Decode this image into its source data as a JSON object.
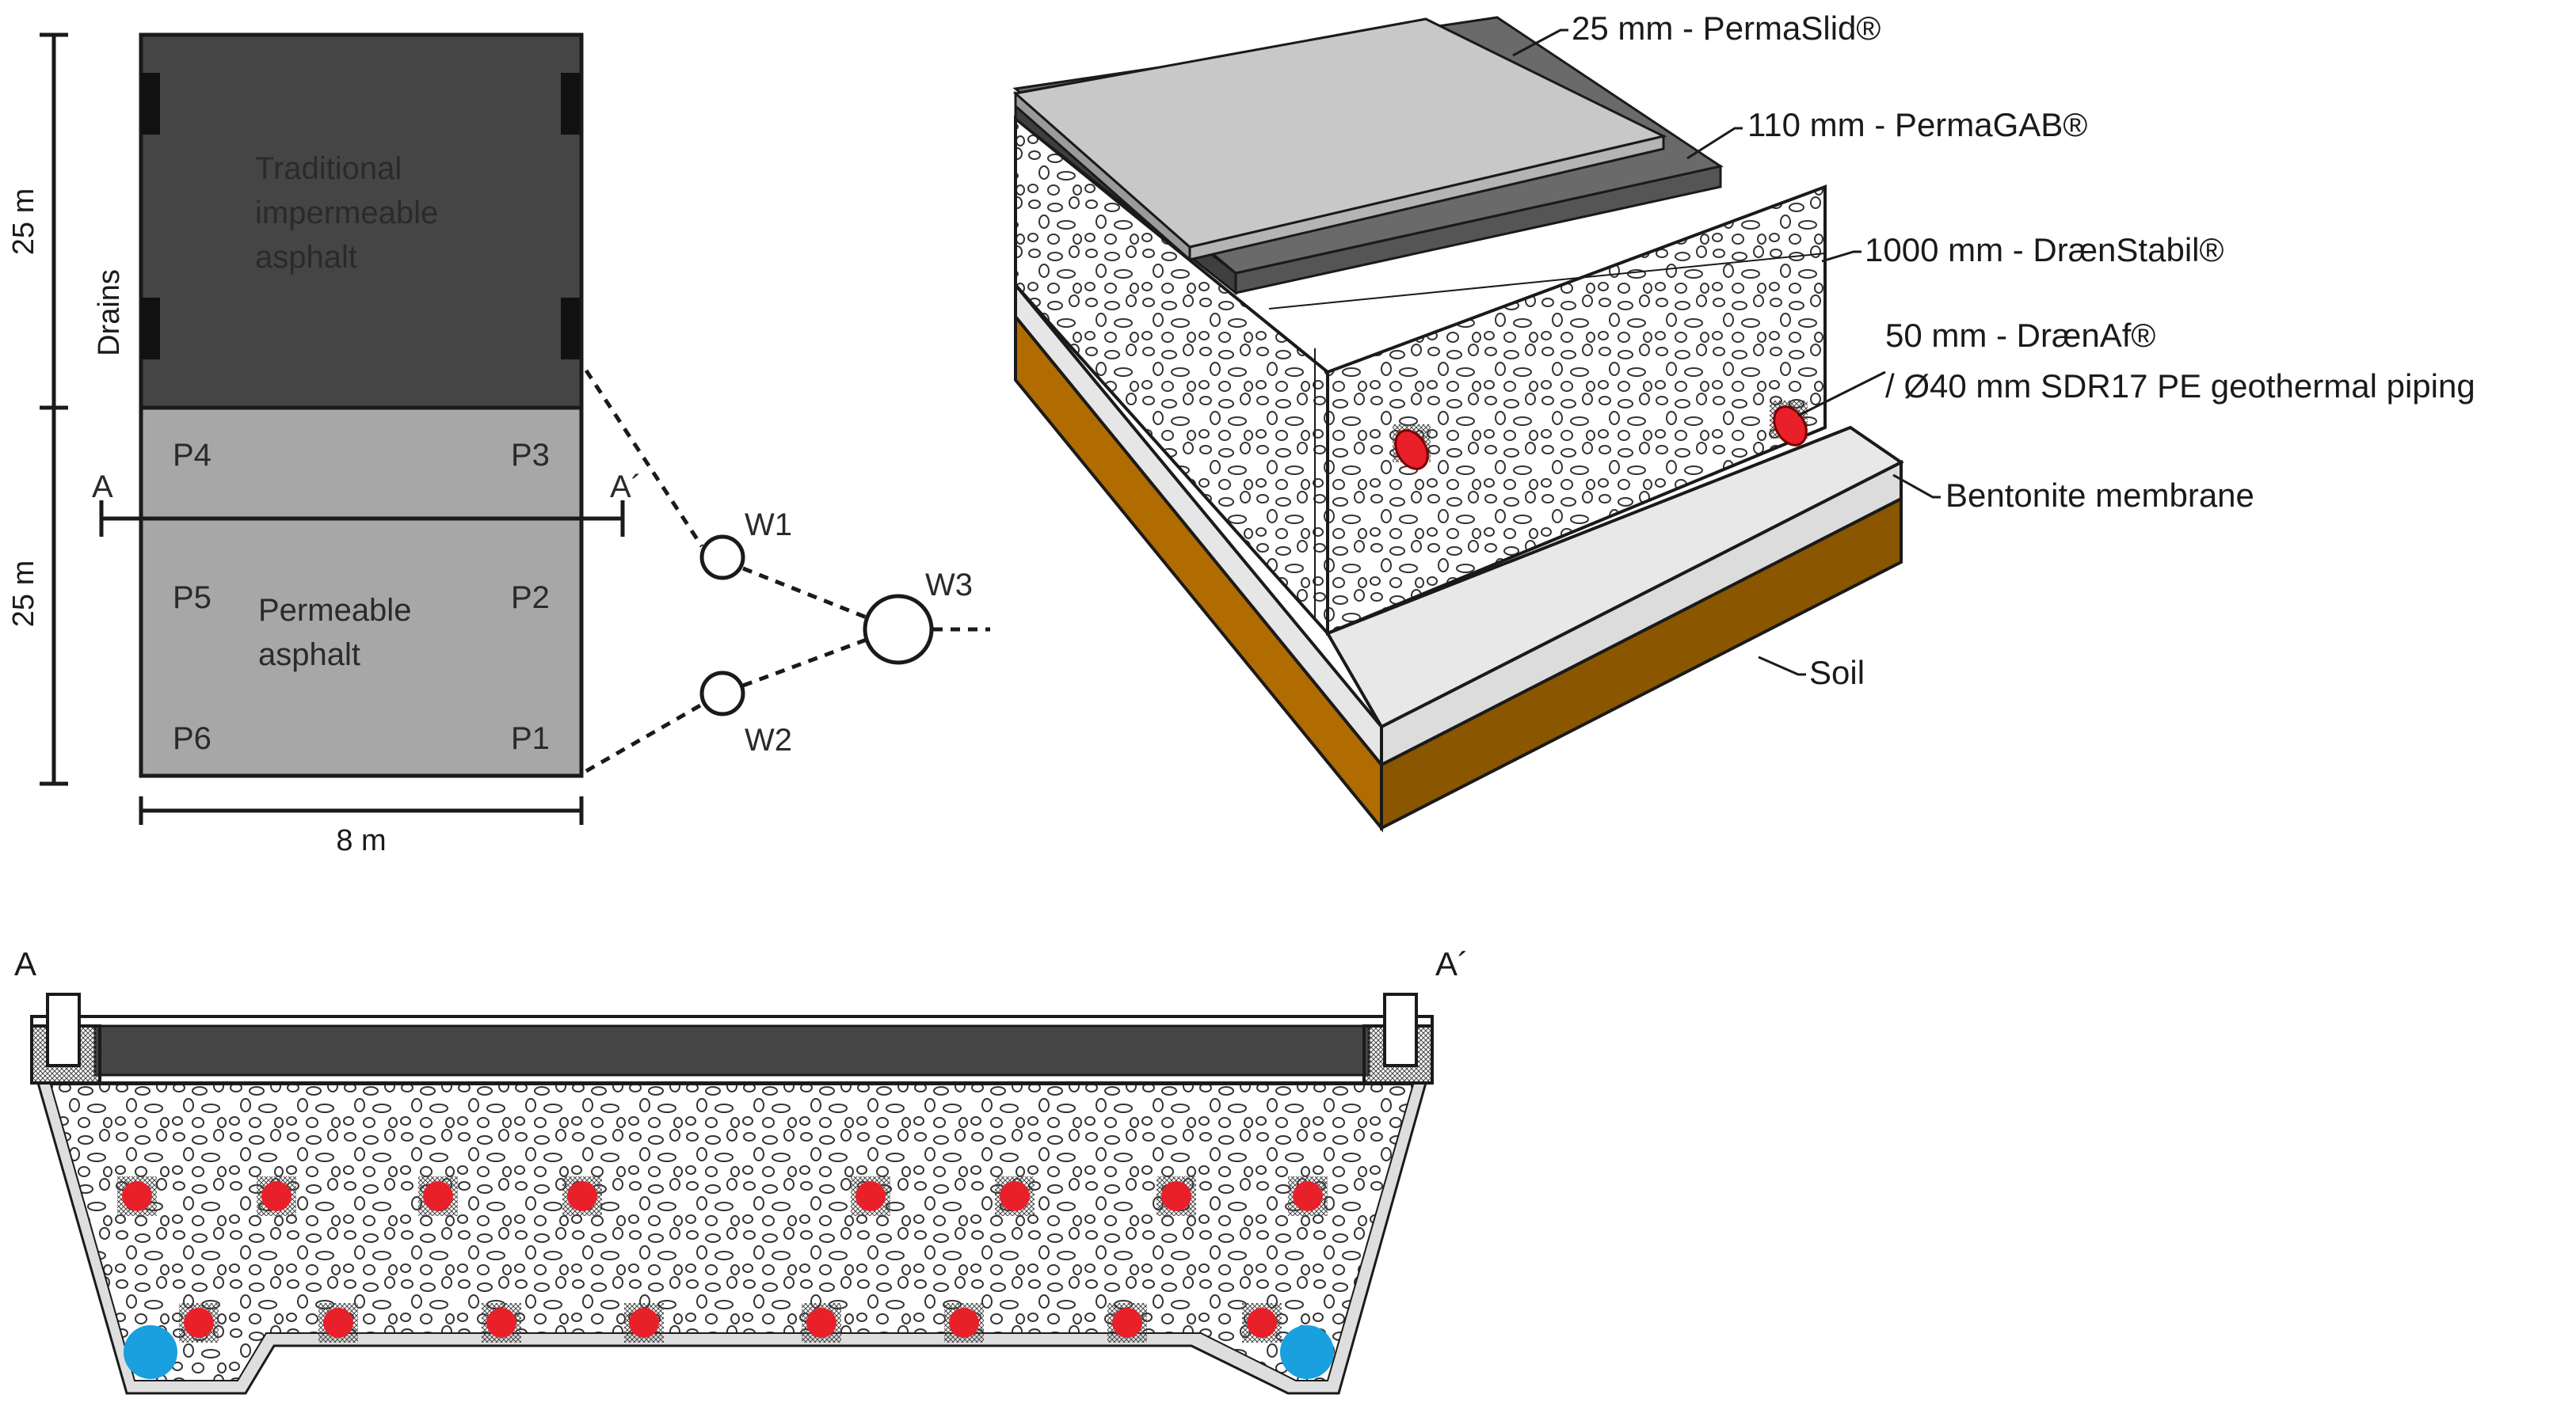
{
  "colors": {
    "impermeable_asphalt": "#454545",
    "permeable_asphalt": "#a7a7a7",
    "top_layer": "#c8c8c8",
    "gab_layer": "#555555",
    "membrane": "#dedede",
    "soil_front": "#b06c00",
    "soil_side": "#8b5600",
    "pipe_red": "#e8202a",
    "drain_blue": "#1aa0de"
  },
  "plan": {
    "impermeable_label": [
      "Traditional",
      "impermeable",
      "asphalt"
    ],
    "permeable_label": [
      "Permeable",
      "asphalt"
    ],
    "drains_label": "Drains",
    "dim_upper": "25 m",
    "dim_lower": "25 m",
    "dim_width": "8 m",
    "section_a": "A",
    "section_a_prime": "A´",
    "points": [
      "P1",
      "P2",
      "P3",
      "P4",
      "P5",
      "P6"
    ],
    "wells": [
      "W1",
      "W2",
      "W3"
    ]
  },
  "layers": {
    "permaslid": "25 mm - PermaSlid®",
    "permagab": "110 mm - PermaGAB®",
    "draenstabil": "1000 mm - DrænStabil®",
    "draenaf": "50 mm - DrænAf®",
    "piping": "/ Ø40 mm SDR17 PE geothermal piping",
    "bentonite": "Bentonite membrane",
    "soil": "Soil"
  },
  "section": {
    "label_a": "A",
    "label_a_prime": "A´",
    "pipes_upper_row": 8,
    "pipes_lower_row": 8,
    "drains": 2
  }
}
